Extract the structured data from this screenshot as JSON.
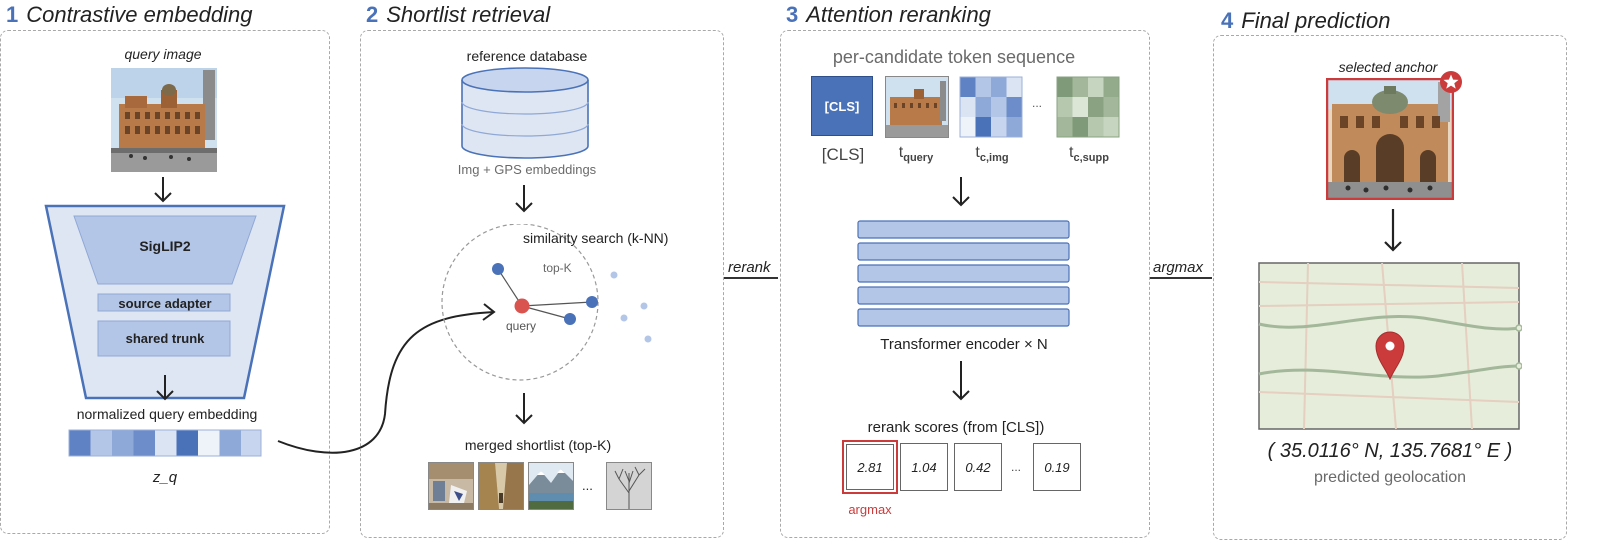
{
  "panels": [
    {
      "num": "1",
      "title": "Contrastive embedding"
    },
    {
      "num": "2",
      "title": "Shortlist retrieval"
    },
    {
      "num": "3",
      "title": "Attention reranking"
    },
    {
      "num": "4",
      "title": "Final prediction"
    }
  ],
  "p1": {
    "query_image_label": "query image",
    "encoder_top": "SigLIP2",
    "source_adapter": "source adapter",
    "shared_trunk": "shared trunk",
    "embedding_label": "normalized query embedding",
    "embedding_var": "z_q"
  },
  "p2": {
    "db_label": "reference database",
    "db_caption": "Img + GPS embeddings",
    "search_label": "similarity search (k-NN)",
    "topk": "top-K",
    "query": "query",
    "shortlist_label": "merged shortlist (top-K)",
    "ellipsis": "..."
  },
  "connectors": {
    "rerank": "rerank",
    "argmax": "argmax"
  },
  "p3": {
    "seq_label": "per-candidate token sequence",
    "cls_token": "[CLS]",
    "cls_caption": "[CLS]",
    "t_base": "t",
    "t_query_sub": "query",
    "t_img_sub": "c,img",
    "t_supp_sub": "c,supp",
    "ellipsis": "...",
    "encoder_label": "Transformer encoder × N",
    "scores_label": "rerank scores (from [CLS])",
    "scores": [
      "2.81",
      "1.04",
      "0.42",
      "0.19"
    ],
    "argmax_label": "argmax"
  },
  "p4": {
    "anchor_label": "selected anchor",
    "coords": "( 35.0116° N, 135.7681° E )",
    "caption": "predicted geolocation"
  },
  "colors": {
    "accent_blue": "#4a72b8",
    "light_blue": "#b4c6e7",
    "red": "#cc3b3b",
    "green": "#a3b89a",
    "map_bg": "#e6eddb"
  }
}
